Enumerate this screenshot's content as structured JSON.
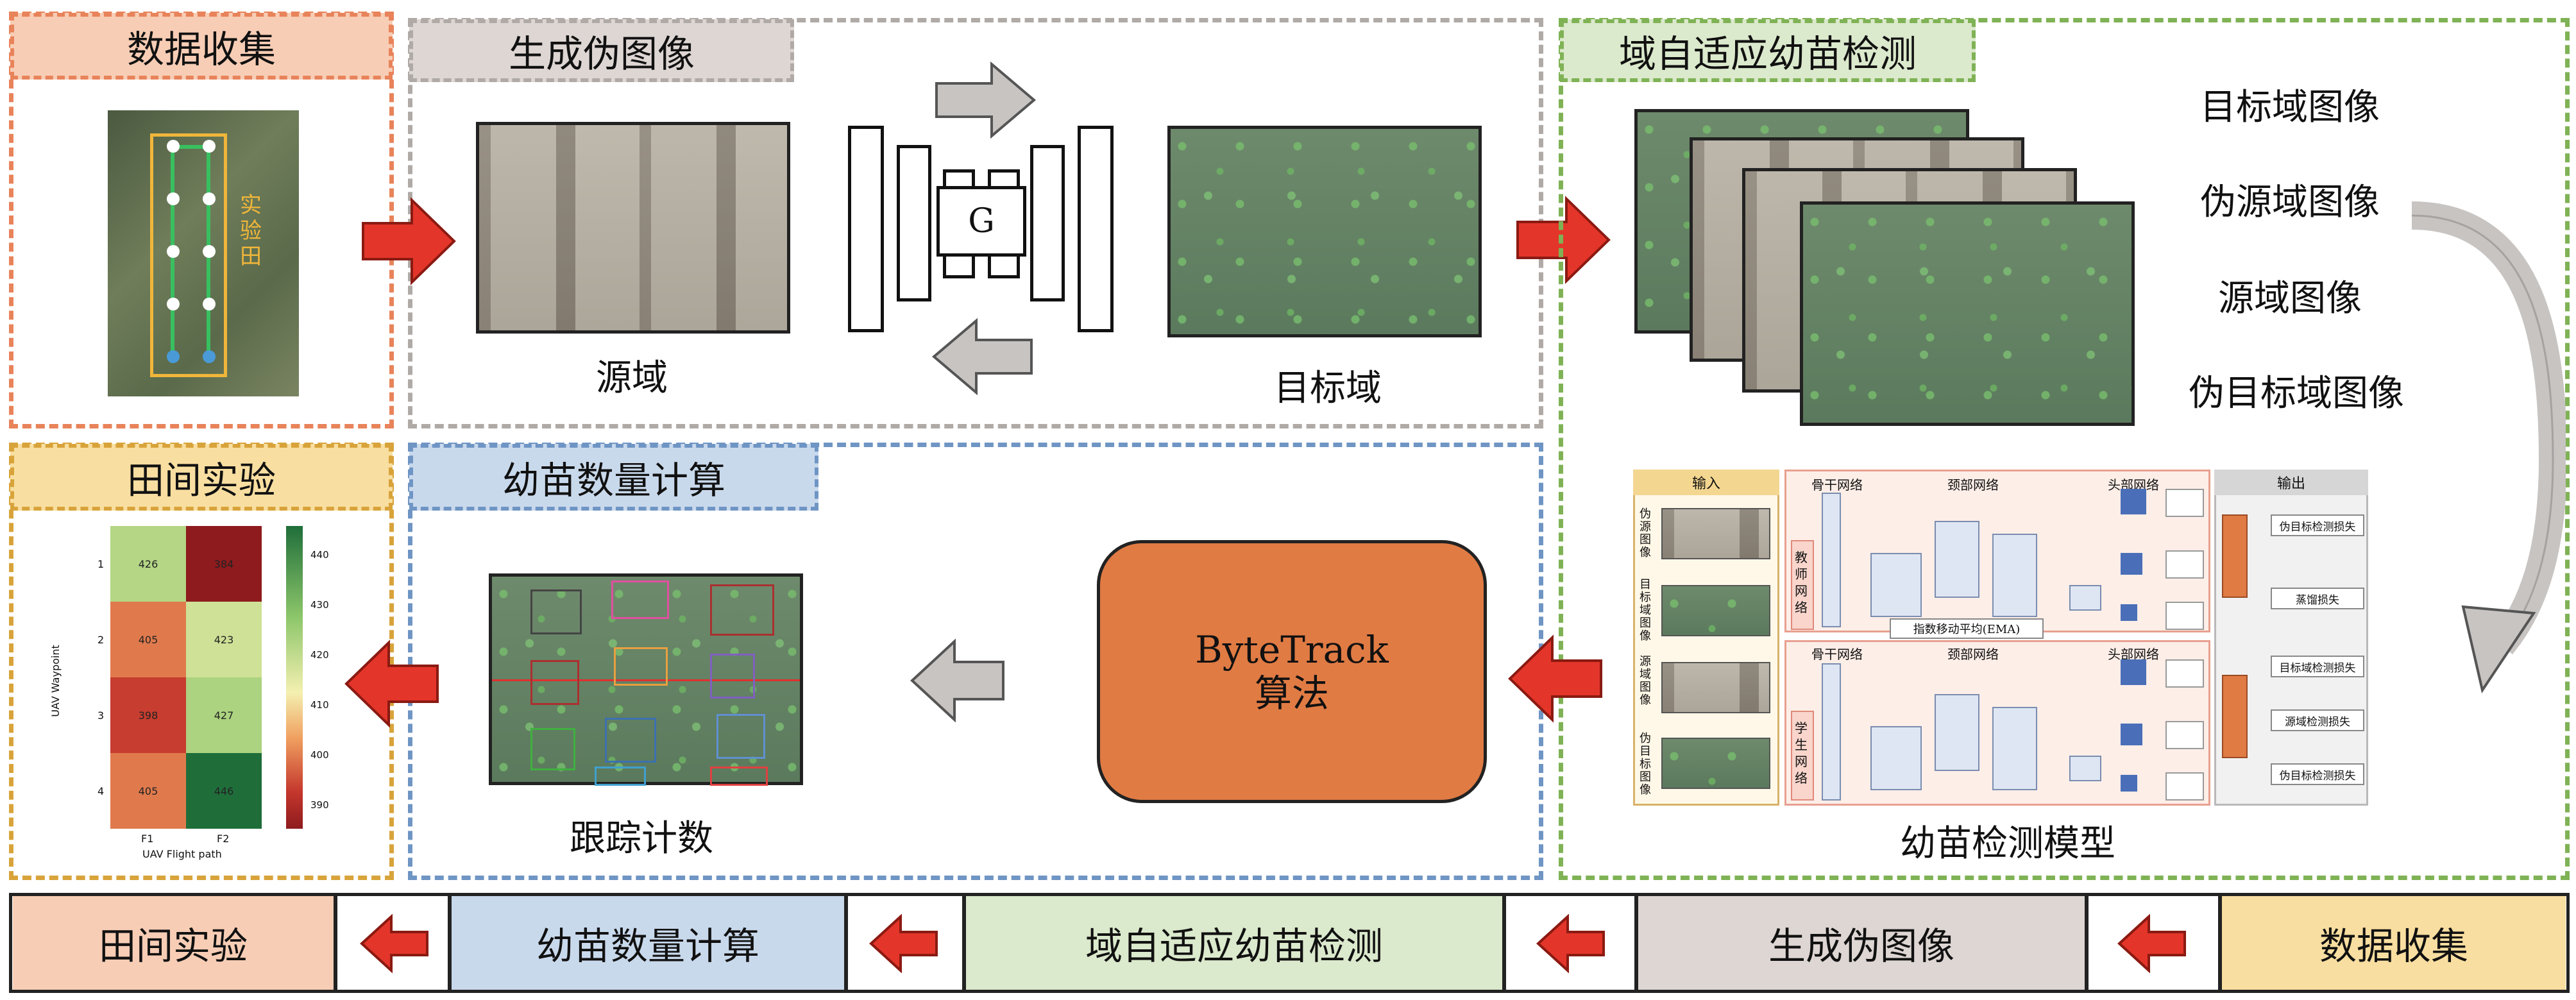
{
  "panels": {
    "data_collection": {
      "title": "数据收集",
      "field_label": "实验田"
    },
    "pseudo_image": {
      "title": "生成伪图像",
      "source_caption": "源域",
      "target_caption": "目标域",
      "generator_label": "G"
    },
    "domain_adaptive": {
      "title": "域自适应幼苗检测",
      "stack_labels": [
        "目标域图像",
        "伪源域图像",
        "源域图像",
        "伪目标域图像"
      ],
      "model_caption": "幼苗检测模型",
      "model_detail": {
        "input_header": "输入",
        "output_header": "输出",
        "input_labels": [
          "伪源图像",
          "目标域图像",
          "源域图像",
          "伪目标图像"
        ],
        "backbone_label": "骨干网络",
        "neck_label": "颈部网络",
        "head_label": "头部网络",
        "teacher_label": "教师网络",
        "student_label": "学生网络",
        "ema_label": "指数移动平均(EMA)",
        "loss_labels": [
          "伪目标检测损失",
          "蒸馏损失",
          "目标域检测损失",
          "源域检测损失",
          "伪目标检测损失"
        ]
      }
    },
    "field_experiment": {
      "title": "田间实验",
      "heatmap": {
        "ylabel": "UAV Waypoint",
        "xlabel": "UAV Flight path",
        "x_ticks": [
          "F1",
          "F2"
        ],
        "y_ticks": [
          "1",
          "2",
          "3",
          "4"
        ],
        "values": [
          [
            426,
            384
          ],
          [
            405,
            423
          ],
          [
            398,
            427
          ],
          [
            405,
            446
          ]
        ],
        "colorbar_ticks": [
          "440",
          "430",
          "420",
          "410",
          "400",
          "390"
        ],
        "colorbar_range": [
          385,
          446
        ]
      }
    },
    "seedling_count": {
      "title": "幼苗数量计算",
      "tracking_caption": "跟踪计数",
      "algorithm_line1": "ByteTrack",
      "algorithm_line2": "算法"
    }
  },
  "bottom_flow": [
    "田间实验",
    "幼苗数量计算",
    "域自适应幼苗检测",
    "生成伪图像",
    "数据收集"
  ],
  "colors": {
    "orange_border": "#e8835a",
    "orange_fill": "#f7cdb5",
    "gray_border": "#b0aaa6",
    "gray_fill": "#ddd6d3",
    "green_border": "#7fb255",
    "green_fill": "#dbe9cc",
    "blue_border": "#6f95c4",
    "blue_fill": "#c9d9ec",
    "yellow_border": "#d8a33a",
    "yellow_fill": "#f8dea0",
    "red_arrow": "#e4352a",
    "bytetrack": "#e07b44"
  }
}
